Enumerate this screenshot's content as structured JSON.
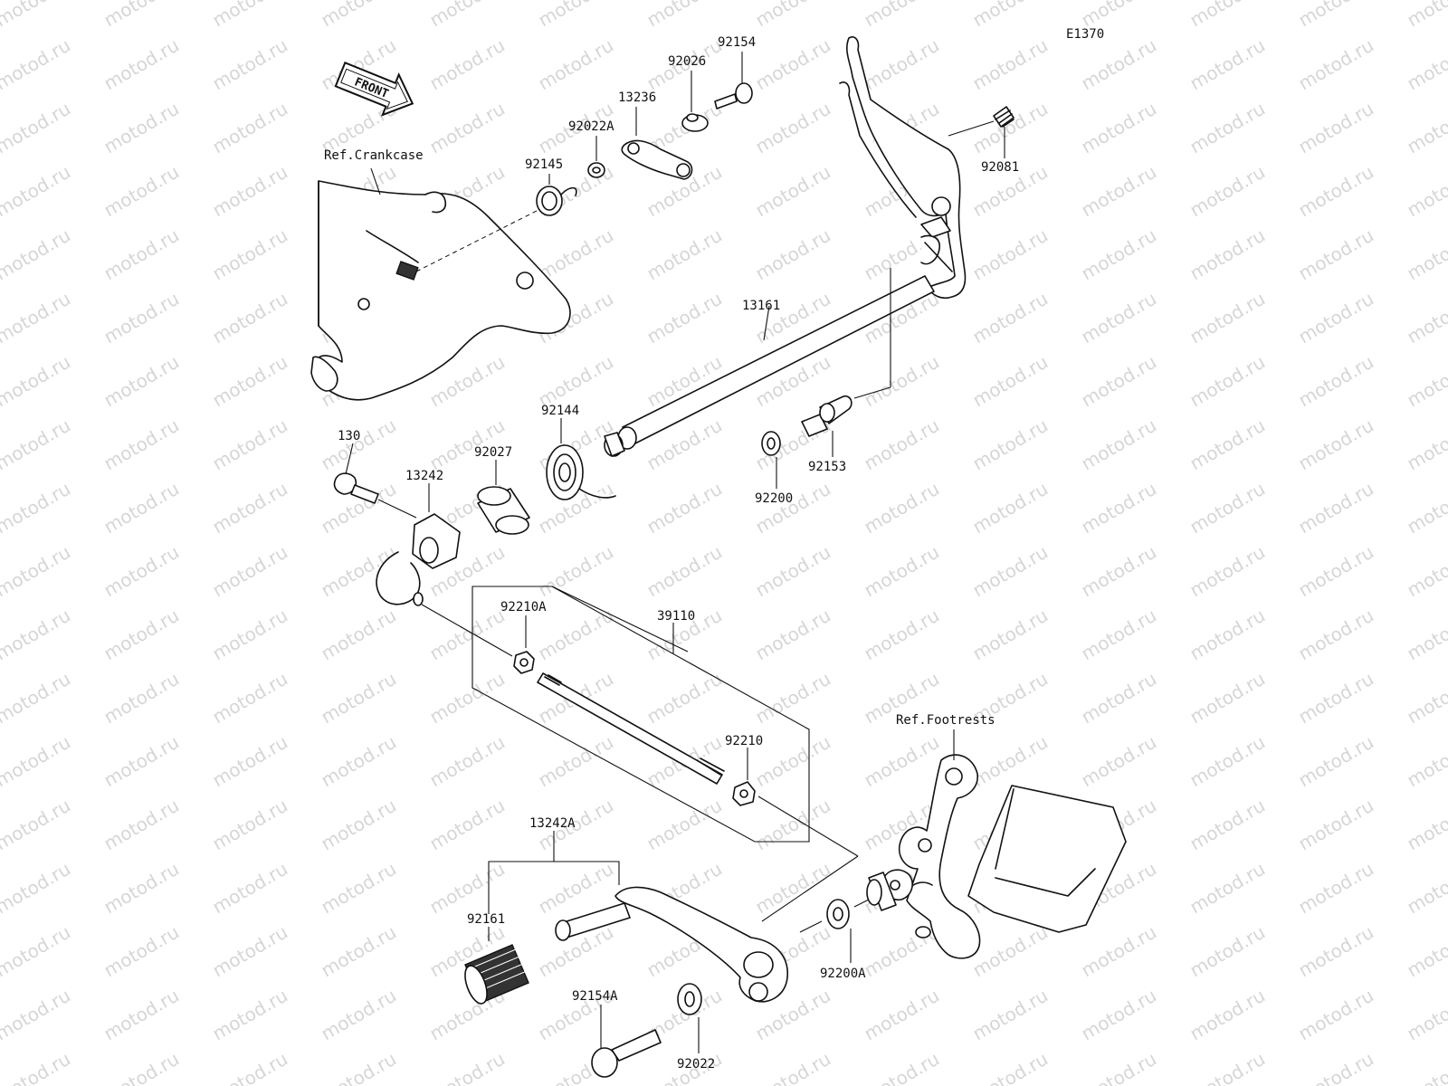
{
  "diagram_code": "E1370",
  "front_label": "FRONT",
  "refs": {
    "crankcase": "Ref.Crankcase",
    "footrests": "Ref.Footrests"
  },
  "watermark": "motod.ru",
  "parts": {
    "p92154": "92154",
    "p92026": "92026",
    "p13236": "13236",
    "p92022A": "92022A",
    "p92145": "92145",
    "p92081": "92081",
    "p13161": "13161",
    "p92144": "92144",
    "p92027": "92027",
    "p130": "130",
    "p13242": "13242",
    "p92153": "92153",
    "p92200": "92200",
    "p39110": "39110",
    "p92210A": "92210A",
    "p92210": "92210",
    "p13242A": "13242A",
    "p92161": "92161",
    "p92154A": "92154A",
    "p92022": "92022",
    "p92200A": "92200A"
  }
}
